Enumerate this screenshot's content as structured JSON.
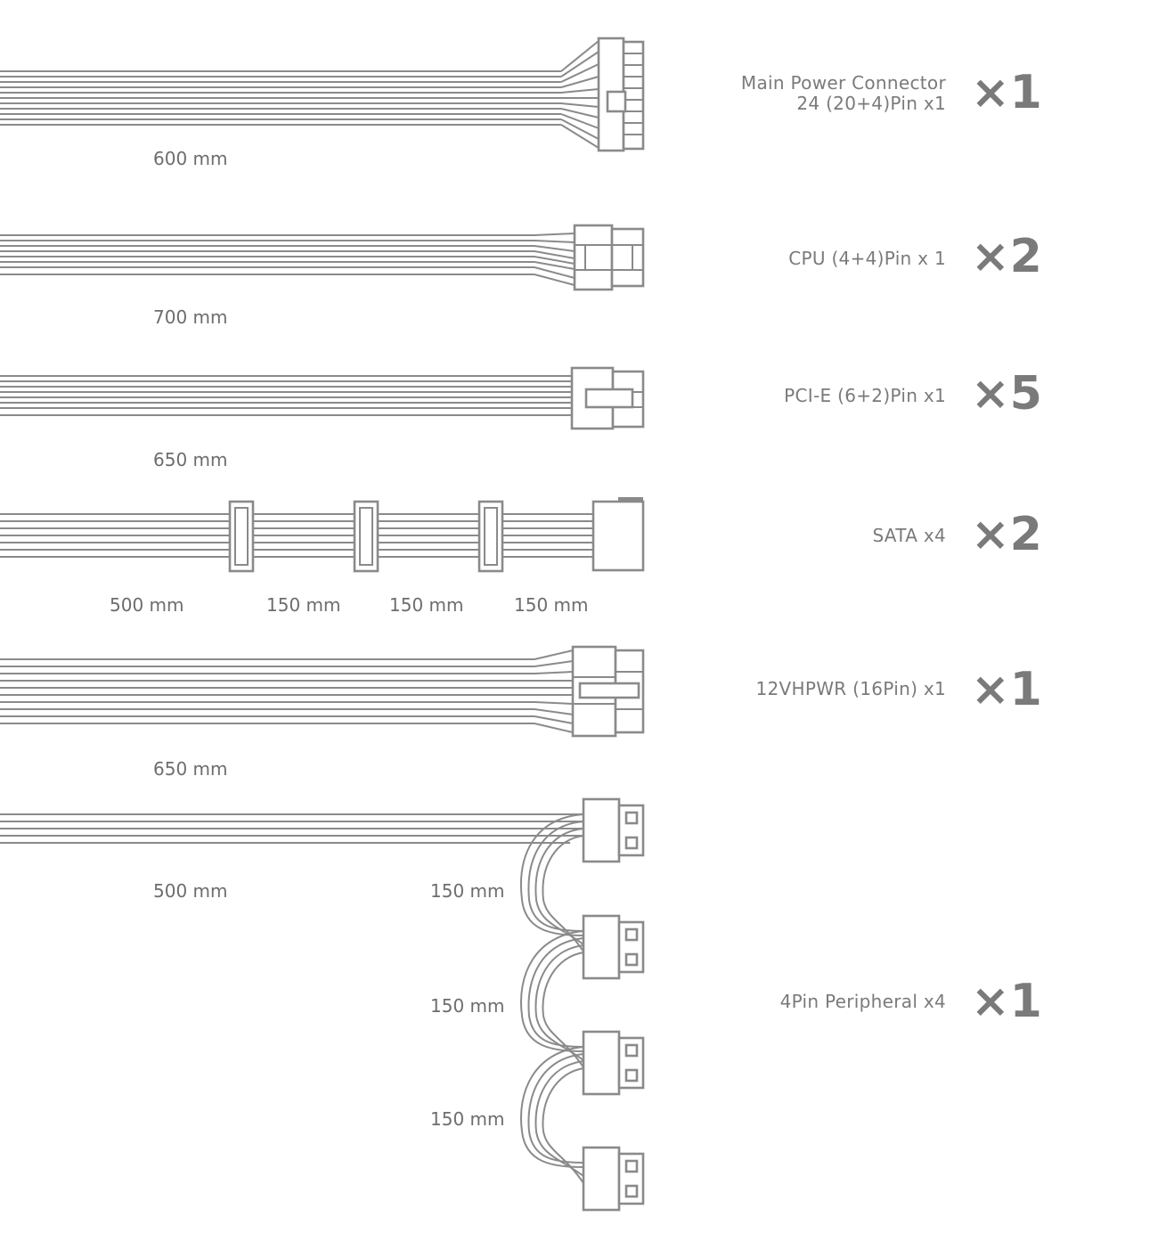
{
  "colors": {
    "line": "#8a8a8a",
    "text": "#7a7a7a"
  },
  "cables": [
    {
      "id": "main",
      "names": [
        "Main Power Connector",
        "24 (20+4)Pin x1"
      ],
      "qty": "×1",
      "lengths": [
        "600 mm"
      ]
    },
    {
      "id": "cpu",
      "names": [
        "CPU (4+4)Pin x 1"
      ],
      "qty": "×2",
      "lengths": [
        "700 mm"
      ]
    },
    {
      "id": "pcie",
      "names": [
        "PCI-E (6+2)Pin x1"
      ],
      "qty": "×5",
      "lengths": [
        "650 mm"
      ]
    },
    {
      "id": "sata",
      "names": [
        "SATA x4"
      ],
      "qty": "×2",
      "lengths": [
        "500 mm",
        "150 mm",
        "150 mm",
        "150 mm"
      ]
    },
    {
      "id": "vhpwr",
      "names": [
        "12VHPWR (16Pin) x1"
      ],
      "qty": "×1",
      "lengths": [
        "650 mm"
      ]
    },
    {
      "id": "periph",
      "names": [
        "4Pin Peripheral x4"
      ],
      "qty": "×1",
      "lengths": [
        "500 mm",
        "150 mm",
        "150 mm",
        "150 mm"
      ]
    }
  ]
}
